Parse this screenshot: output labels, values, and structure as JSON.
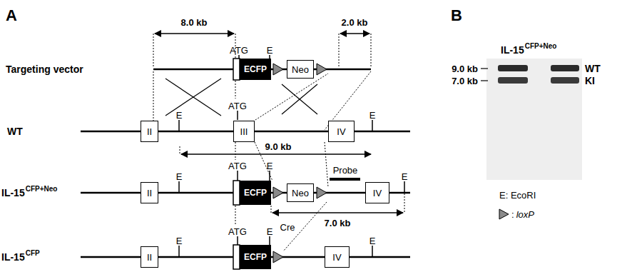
{
  "diagram": {
    "nodes": [
      {
        "text": [
          "ECFP"
        ]
      },
      {
        "text": [
          "Neo"
        ]
      },
      {
        "text": [
          "II"
        ]
      },
      {
        "text": [
          "III"
        ]
      },
      {
        "text": [
          "IV"
        ]
      },
      {
        "text": [
          "II"
        ]
      },
      {
        "text": [
          "ECFP"
        ]
      },
      {
        "text": [
          "Neo"
        ]
      },
      {
        "text": [
          "IV"
        ]
      },
      {
        "text": [
          "II"
        ]
      },
      {
        "text": [
          "ECFP"
        ]
      },
      {
        "text": [
          "IV"
        ]
      }
    ],
    "labels": [
      "A",
      "8.0 kb",
      "ATG",
      "E",
      "2.0 kb",
      "Targeting vector",
      "ATG",
      "WT",
      "E",
      "E",
      "9.0 kb",
      "ATG",
      "E",
      "IL-15",
      "CFP+Neo",
      "E",
      "E",
      "Probe",
      "7.0 kb",
      "Cre",
      "ATG",
      "E",
      "IL-15",
      "CFP",
      "E",
      "E",
      "B",
      "IL-15",
      "CFP+Neo",
      "9.0 kb",
      "7.0 kb",
      "WT",
      "KI",
      "E: EcoRI",
      ":",
      "loxP"
    ]
  }
}
